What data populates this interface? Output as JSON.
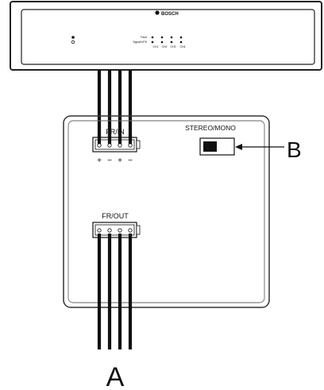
{
  "device": {
    "brand": "BOSCH",
    "status_labels": [
      "Fault",
      "Signal/VPS"
    ],
    "channel_labels": [
      "CH1",
      "CH2",
      "CH3",
      "CH4"
    ]
  },
  "module": {
    "input_connector_label": "FR/IN",
    "input_polarity": [
      "+",
      "−",
      "+",
      "−"
    ],
    "switch_label": "STEREO/MONO",
    "output_connector_label": "FR/OUT"
  },
  "callouts": {
    "a": "A",
    "b": "B"
  }
}
